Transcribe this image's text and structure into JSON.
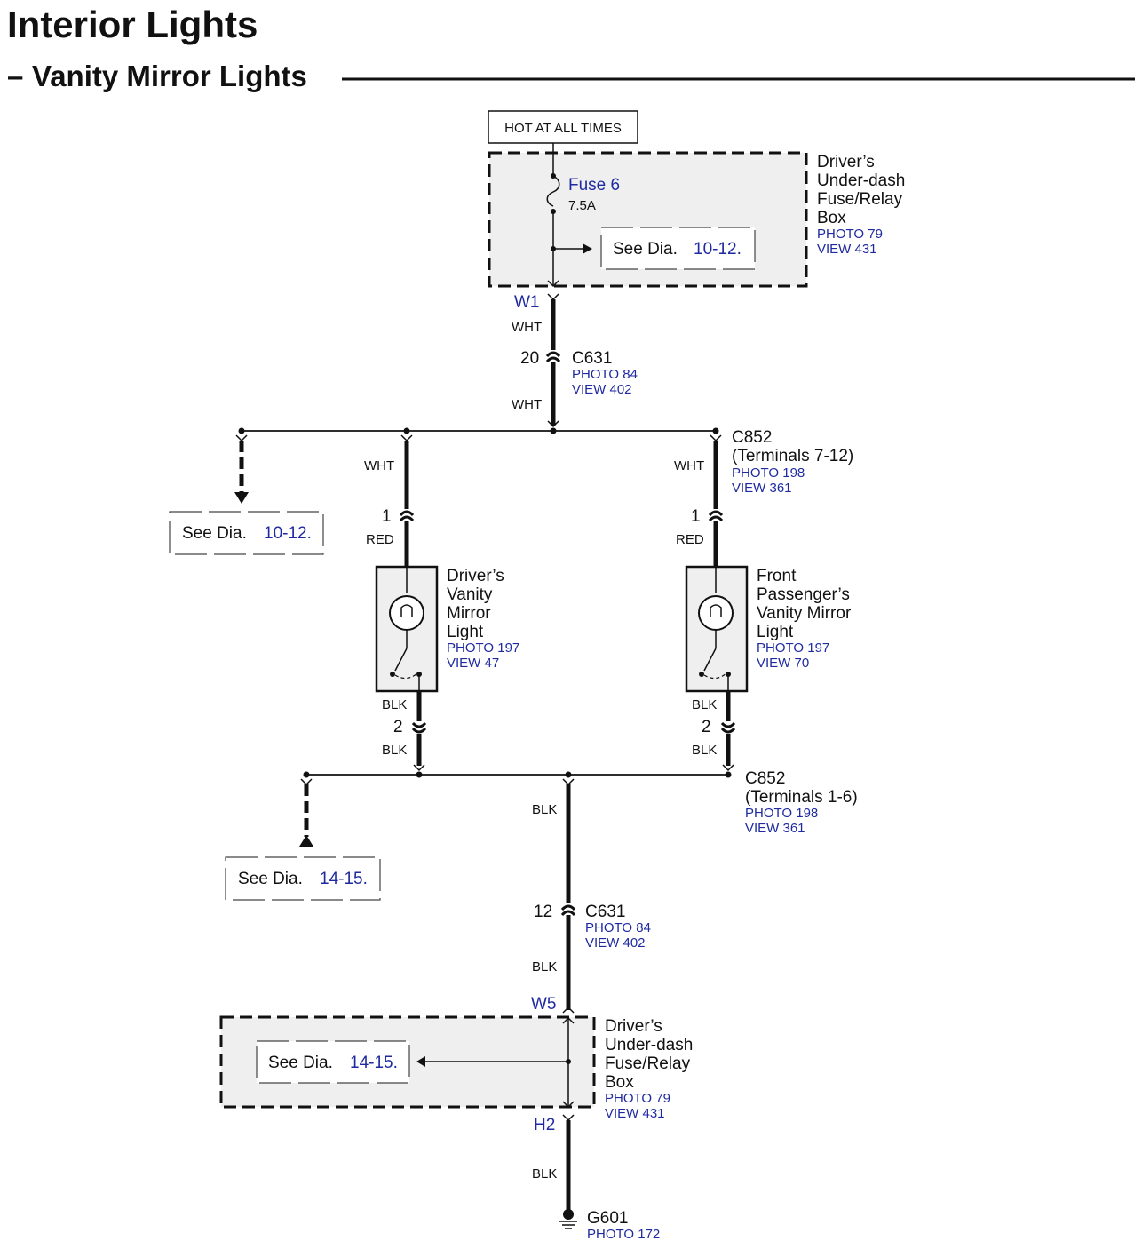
{
  "header": {
    "title": "Interior Lights",
    "subtitle_dash": "–",
    "subtitle": "Vanity Mirror Lights"
  },
  "power": {
    "label": "HOT AT ALL TIMES"
  },
  "top_fuse_box": {
    "name_lines": [
      "Driver’s",
      "Under-dash",
      "Fuse/Relay",
      "Box"
    ],
    "photo": "PHOTO 79",
    "view": "VIEW 431",
    "fuse_name": "Fuse 6",
    "fuse_rating": "7.5A",
    "see_text": "See  Dia.",
    "see_ref": "10-12.",
    "terminal": "W1"
  },
  "wires": {
    "wht": "WHT",
    "red": "RED",
    "blk": "BLK"
  },
  "connector_c631_top": {
    "pin": "20",
    "name": "C631",
    "photo": "PHOTO 84",
    "view": "VIEW 402"
  },
  "connector_c852_top": {
    "name": "C852",
    "terminals": "(Terminals 7-12)",
    "photo": "PHOTO 198",
    "view": "VIEW 361"
  },
  "see_left_top": {
    "text": "See  Dia.",
    "ref": "10-12."
  },
  "driver_light": {
    "pin_top": "1",
    "pin_bottom": "2",
    "name_lines": [
      "Driver’s",
      "Vanity",
      "Mirror",
      "Light"
    ],
    "photo": "PHOTO 197",
    "view": "VIEW 47"
  },
  "passenger_light": {
    "pin_top": "1",
    "pin_bottom": "2",
    "name_lines": [
      "Front",
      "Passenger’s",
      "Vanity Mirror",
      "Light"
    ],
    "photo": "PHOTO 197",
    "view": "VIEW 70"
  },
  "connector_c852_bottom": {
    "name": "C852",
    "terminals": "(Terminals 1-6)",
    "photo": "PHOTO 198",
    "view": "VIEW 361"
  },
  "see_left_bottom": {
    "text": "See  Dia.",
    "ref": "14-15."
  },
  "connector_c631_bottom": {
    "pin": "12",
    "name": "C631",
    "photo": "PHOTO 84",
    "view": "VIEW 402"
  },
  "bottom_fuse_box": {
    "name_lines": [
      "Driver’s",
      "Under-dash",
      "Fuse/Relay",
      "Box"
    ],
    "photo": "PHOTO 79",
    "view": "VIEW 431",
    "see_text": "See  Dia.",
    "see_ref": "14-15.",
    "terminal_in": "W5",
    "terminal_out": "H2"
  },
  "ground": {
    "name": "G601",
    "photo": "PHOTO 172"
  }
}
